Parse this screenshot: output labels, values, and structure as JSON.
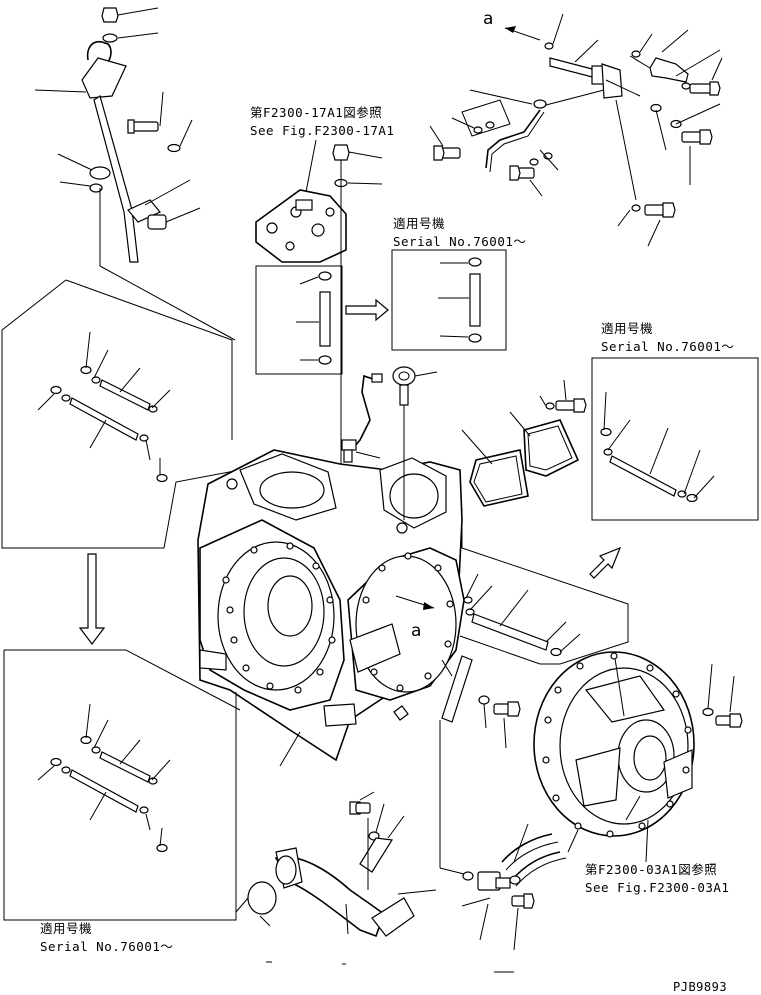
{
  "references": {
    "top_ref_jp": "第F2300-17A1図参照",
    "top_ref_en": "See Fig.F2300-17A1",
    "bottom_ref_jp": "第F2300-03A1図参照",
    "bottom_ref_en": "See Fig.F2300-03A1"
  },
  "serial_boxes": {
    "center_title": "適用号機",
    "center_serial": "Serial No.76001～",
    "right_title": "適用号機",
    "right_serial": "Serial No.76001～",
    "left_title": "適用号機",
    "left_serial": "Serial No.76001～"
  },
  "view_markers": {
    "top_right_a": "a",
    "center_a": "a"
  },
  "drawing_code": "PJB9893"
}
